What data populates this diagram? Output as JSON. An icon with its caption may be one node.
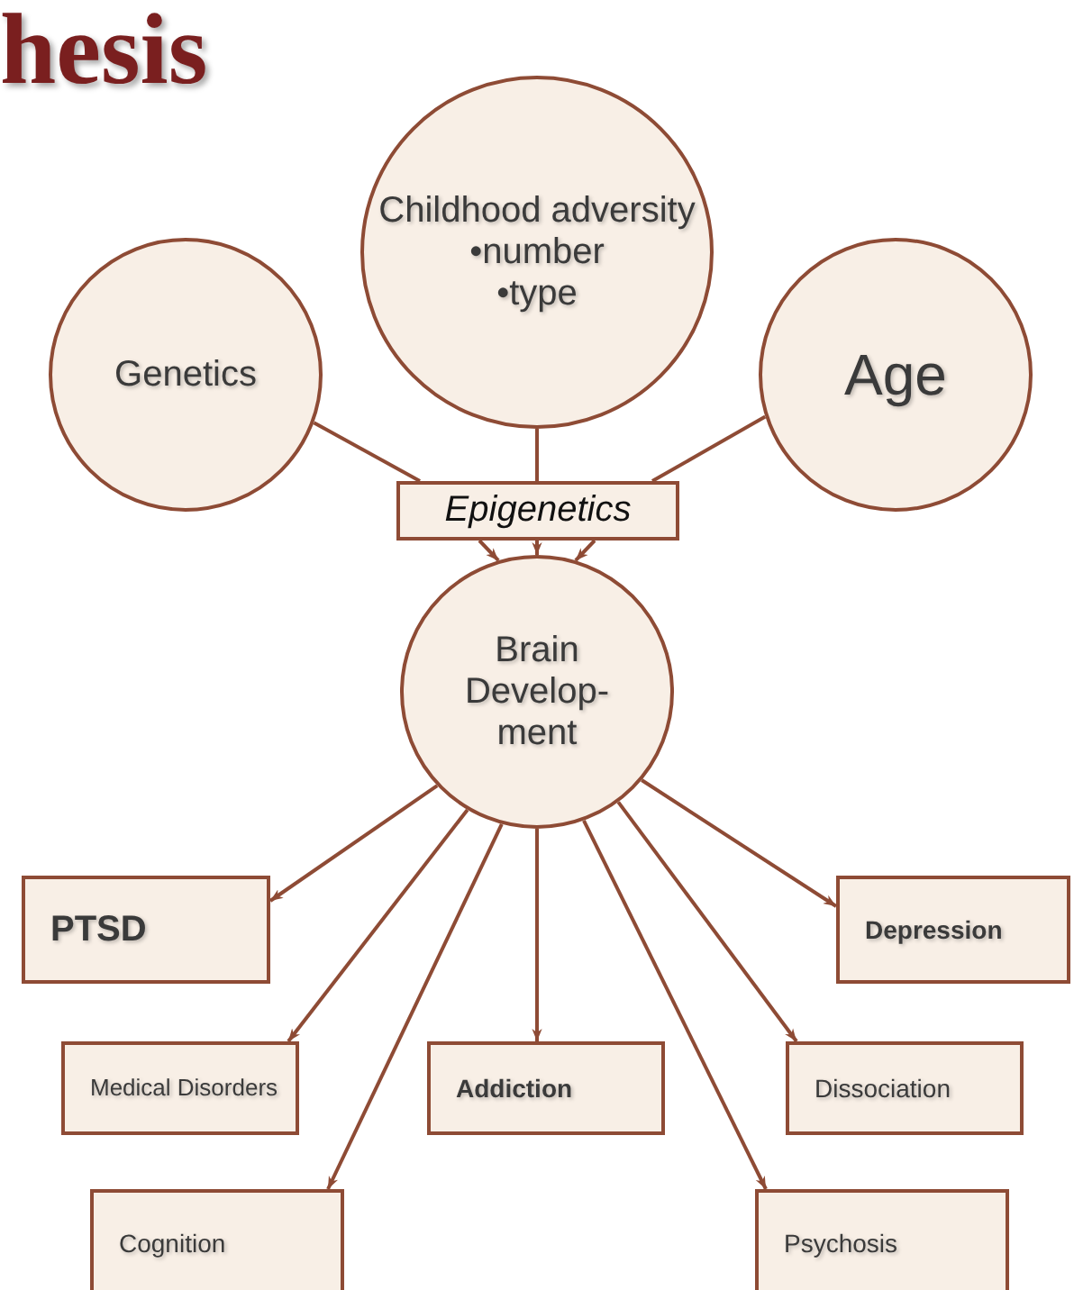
{
  "diagram": {
    "title": "hesis",
    "nodes": [
      {
        "text": [
          "Genetics"
        ]
      },
      {
        "text": [
          "Childhood adversity",
          "•number",
          "•type"
        ]
      },
      {
        "text": [
          "Age"
        ]
      },
      {
        "text": [
          "Epigenetics"
        ]
      },
      {
        "text": [
          "Brain Develop- ment"
        ]
      },
      {
        "text": [
          "PTSD"
        ]
      },
      {
        "text": [
          "Depression"
        ]
      },
      {
        "text": [
          "Medical Disorders"
        ]
      },
      {
        "text": [
          "Addiction"
        ]
      },
      {
        "text": [
          "Dissociation"
        ]
      },
      {
        "text": [
          "Cognition"
        ]
      },
      {
        "text": [
          "Psychosis"
        ]
      }
    ],
    "edges": [
      {
        "from": 0,
        "to": 3,
        "arrow": "none"
      },
      {
        "from": 1,
        "to": 3,
        "arrow": "none"
      },
      {
        "from": 2,
        "to": 3,
        "arrow": "none"
      },
      {
        "from": 3,
        "to": 4,
        "arrow": "to"
      },
      {
        "from": 3,
        "to": 4,
        "arrow": "to"
      },
      {
        "from": 3,
        "to": 4,
        "arrow": "to"
      },
      {
        "from": 4,
        "to": 5,
        "arrow": "to"
      },
      {
        "from": 4,
        "to": 7,
        "arrow": "to"
      },
      {
        "from": 4,
        "to": 10,
        "arrow": "to"
      },
      {
        "from": 4,
        "to": 8,
        "arrow": "to"
      },
      {
        "from": 4,
        "to": 11,
        "arrow": "to"
      },
      {
        "from": 4,
        "to": 9,
        "arrow": "to"
      },
      {
        "from": 4,
        "to": 6,
        "arrow": "to"
      }
    ]
  }
}
